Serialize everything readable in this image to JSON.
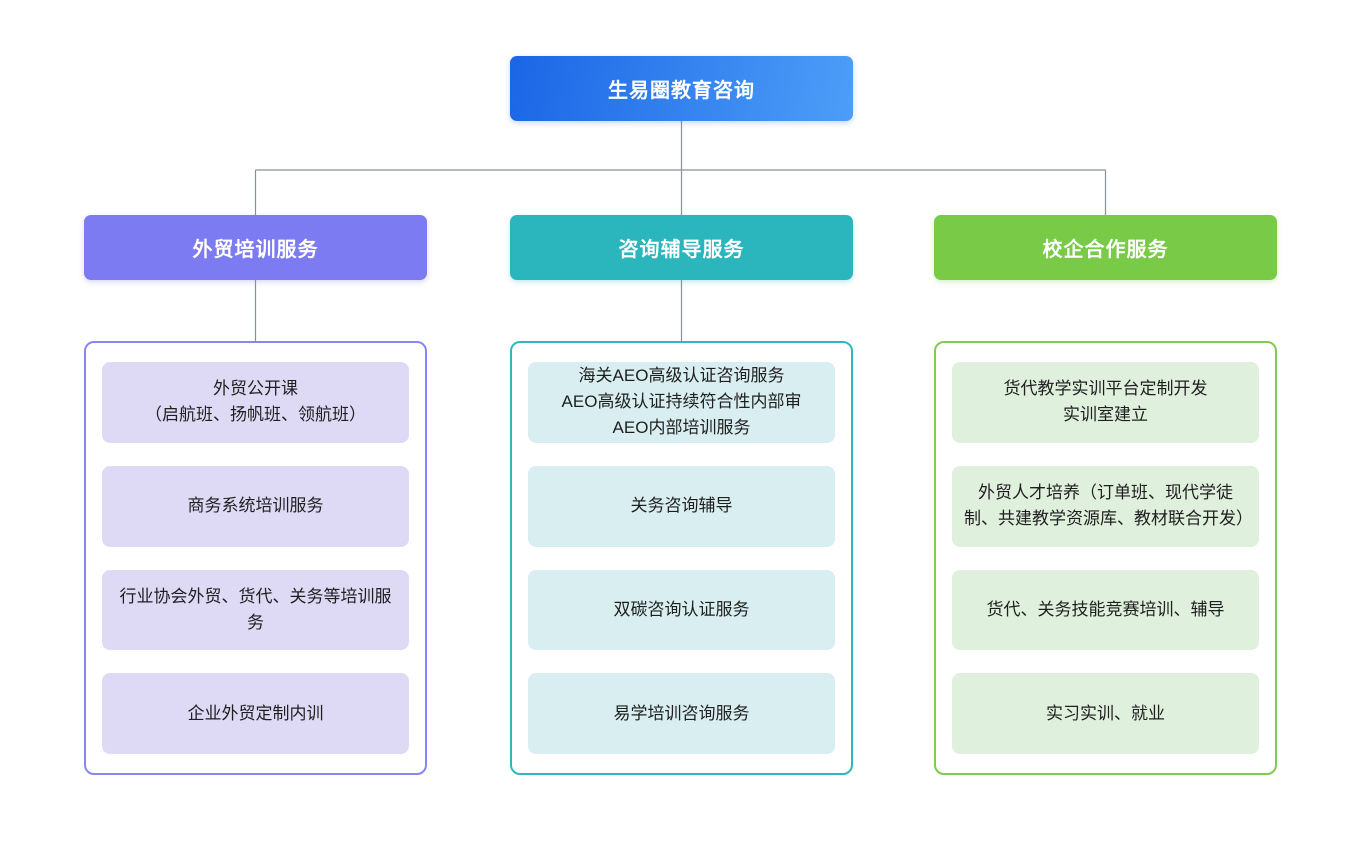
{
  "diagram": {
    "type": "org-chart",
    "root": {
      "label": "生易圈教育咨询",
      "gradient_start": "#1b66e6",
      "gradient_end": "#4c9ef8",
      "text_color": "#ffffff"
    },
    "connector_color": "#8a9099",
    "branches": [
      {
        "id": "foreign-trade-training",
        "label": "外贸培训服务",
        "header_color": "#7c7bf2",
        "border_color": "#8886f4",
        "item_bg": "#dedaf6",
        "has_header_to_container_line": true,
        "items": [
          "外贸公开课\n（启航班、扬帆班、领航班）",
          "商务系统培训服务",
          "行业协会外贸、货代、关务等培训服务",
          "企业外贸定制内训"
        ]
      },
      {
        "id": "consulting-coaching",
        "label": "咨询辅导服务",
        "header_color": "#2ab6bc",
        "border_color": "#2cbac0",
        "item_bg": "#d9eef0",
        "has_header_to_container_line": true,
        "items": [
          "海关AEO高级认证咨询服务\nAEO高级认证持续符合性内部审\nAEO内部培训服务",
          "关务咨询辅导",
          "双碳咨询认证服务",
          "易学培训咨询服务"
        ]
      },
      {
        "id": "school-enterprise-cooperation",
        "label": "校企合作服务",
        "header_color": "#78ca47",
        "border_color": "#7fcb51",
        "item_bg": "#dff0dc",
        "has_header_to_container_line": false,
        "items": [
          "货代教学实训平台定制开发\n实训室建立",
          "外贸人才培养（订单班、现代学徒制、共建教学资源库、教材联合开发）",
          "货代、关务技能竞赛培训、辅导",
          "实习实训、就业"
        ]
      }
    ]
  }
}
